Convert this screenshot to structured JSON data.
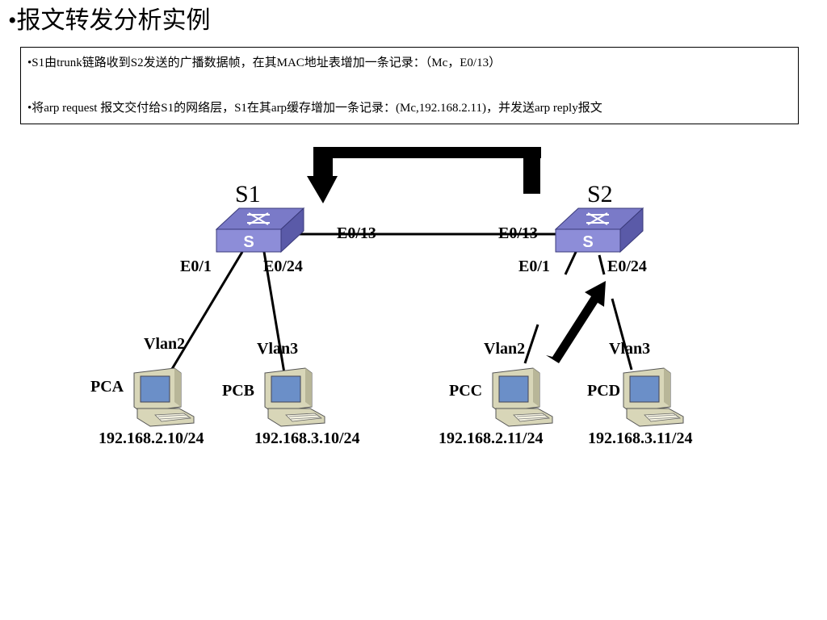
{
  "title": "•报文转发分析实例",
  "notes": [
    "•S1由trunk链路收到S2发送的广播数据帧，在其MAC地址表增加一条记录：（Mc，E0/13）",
    "•将arp request 报文交付给S1的网络层，S1在其arp缓存增加一条记录：(Mc,192.168.2.11)，并发送arp reply报文"
  ],
  "switches": [
    {
      "name": "S1",
      "badge": "S",
      "trunk_port": "E0/13",
      "port_a": "E0/1",
      "port_b": "E0/24"
    },
    {
      "name": "S2",
      "badge": "S",
      "trunk_port": "E0/13",
      "port_a": "E0/1",
      "port_b": "E0/24"
    }
  ],
  "hosts": [
    {
      "name": "PCA",
      "vlan": "Vlan2",
      "ip": "192.168.2.10/24"
    },
    {
      "name": "PCB",
      "vlan": "Vlan3",
      "ip": "192.168.3.10/24"
    },
    {
      "name": "PCC",
      "vlan": "Vlan2",
      "ip": "192.168.2.11/24"
    },
    {
      "name": "PCD",
      "vlan": "Vlan3",
      "ip": "192.168.3.11/24"
    }
  ],
  "colors": {
    "switch_top": "#7a7ac8",
    "switch_front": "#8d8dd8",
    "switch_side": "#5a5aa8",
    "pc_body": "#d8d6b8",
    "pc_screen": "#6b8fc8",
    "line": "#000000"
  }
}
